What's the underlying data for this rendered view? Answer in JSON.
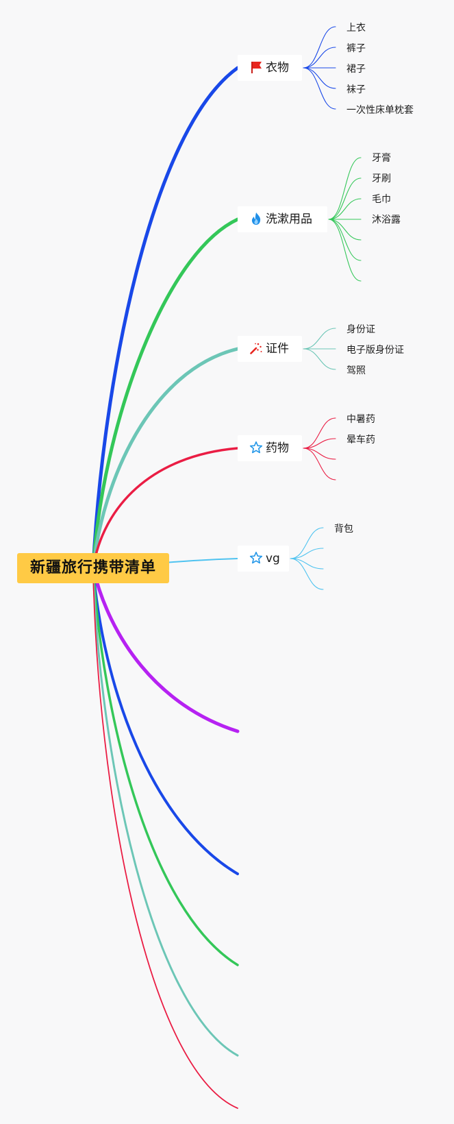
{
  "root": {
    "title": "新疆旅行携带清单"
  },
  "colors": {
    "root_bg": "#ffca45",
    "blue": "#1948e8",
    "green": "#34c759",
    "teal": "#6cc6b6",
    "red": "#ea1d44",
    "cyan": "#4fc3f0",
    "purple": "#b622f2"
  },
  "branches": [
    {
      "label": "衣物",
      "icon": "red-flag-icon",
      "color": "#1948e8",
      "children": [
        "上衣",
        "裤子",
        "裙子",
        "袜子",
        "一次性床单枕套"
      ],
      "empty_children": 0
    },
    {
      "label": "洗漱用品",
      "icon": "fire-icon",
      "color": "#34c759",
      "children": [
        "牙膏",
        "牙刷",
        "毛巾",
        "沐浴露"
      ],
      "empty_children": 3
    },
    {
      "label": "证件",
      "icon": "magic-wand-icon",
      "color": "#6cc6b6",
      "children": [
        "身份证",
        "电子版身份证",
        "驾照"
      ],
      "empty_children": 0
    },
    {
      "label": "药物",
      "icon": "star-outline-icon",
      "color": "#ea1d44",
      "children": [
        "中暑药",
        "晕车药"
      ],
      "empty_children": 2
    },
    {
      "label": "vg",
      "icon": "star-outline-icon",
      "color": "#4fc3f0",
      "children": [
        "背包"
      ],
      "empty_children": 3
    }
  ],
  "empty_branches": [
    {
      "color": "#b622f2"
    },
    {
      "color": "#1948e8"
    },
    {
      "color": "#34c759"
    },
    {
      "color": "#6cc6b6"
    },
    {
      "color": "#ea1d44"
    }
  ]
}
